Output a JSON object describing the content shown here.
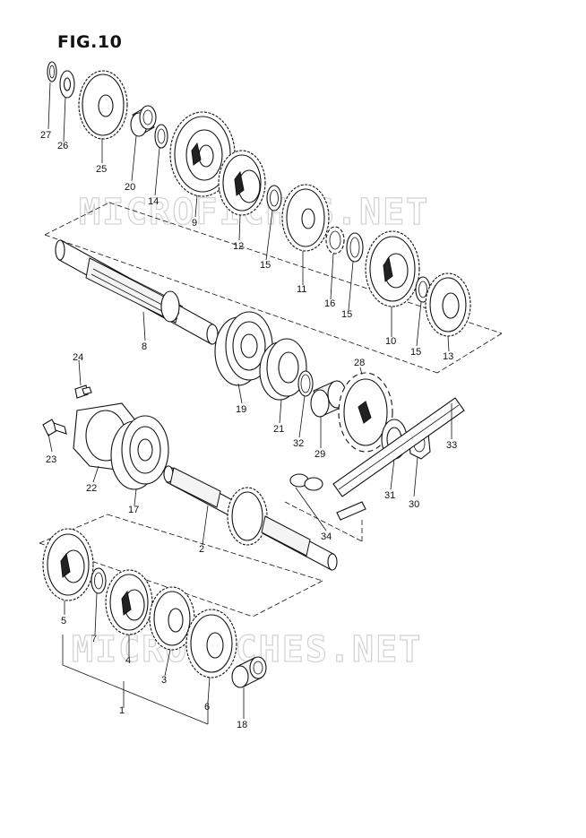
{
  "figure": {
    "title": "FIG.10"
  },
  "watermarks": [
    "MICROFICHES.NET",
    "MICROFICHES.NET"
  ],
  "callouts": [
    "1",
    "2",
    "3",
    "4",
    "5",
    "6",
    "7",
    "8",
    "9",
    "10",
    "11",
    "12",
    "13",
    "14",
    "15",
    "15",
    "15",
    "16",
    "17",
    "18",
    "19",
    "20",
    "21",
    "22",
    "23",
    "24",
    "25",
    "26",
    "27",
    "28",
    "29",
    "30",
    "31",
    "32",
    "33",
    "34"
  ]
}
